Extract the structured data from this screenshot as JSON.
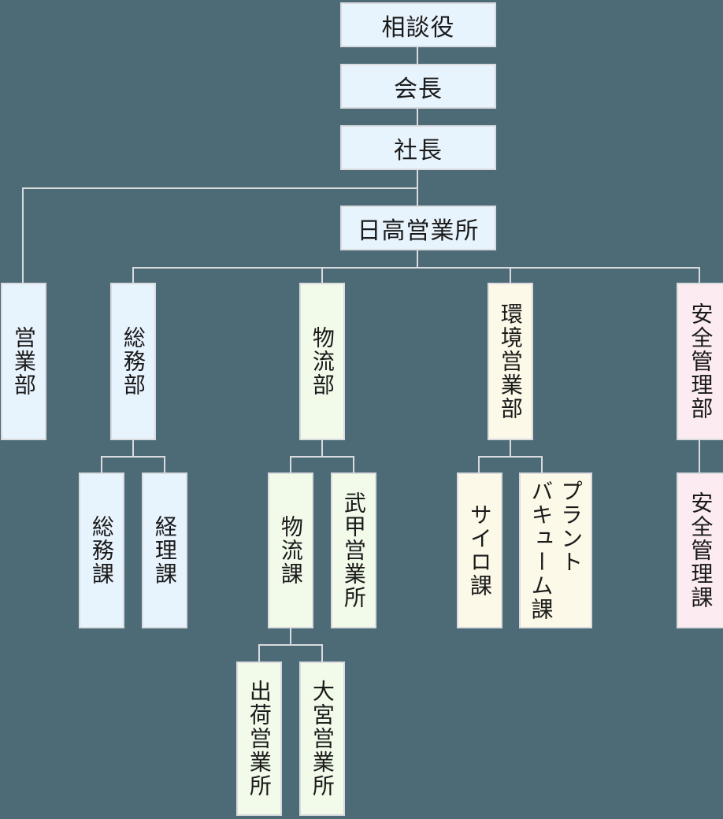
{
  "palette": {
    "background": "#4d6b77",
    "line": "#d9dbde",
    "border": "#d9dbde",
    "text": "#1a1a1a",
    "blue": "#e8f4fd",
    "green": "#f2fbea",
    "cream": "#fdf9e8",
    "pink": "#fcecf2"
  },
  "nodes": {
    "advisor": {
      "label": "相談役",
      "fill": "#e8f4fd"
    },
    "chairman": {
      "label": "会長",
      "fill": "#e8f4fd"
    },
    "president": {
      "label": "社長",
      "fill": "#e8f4fd"
    },
    "hidaka_office": {
      "label": "日高営業所",
      "fill": "#e8f4fd"
    },
    "sales_dept": {
      "label": "営業部",
      "fill": "#e8f4fd"
    },
    "general_affairs_dept": {
      "label": "総務部",
      "fill": "#e8f4fd"
    },
    "logistics_dept": {
      "label": "物流部",
      "fill": "#f2fbea"
    },
    "environment_sales_dept": {
      "label": "環境営業部",
      "fill": "#fdf9e8"
    },
    "safety_mgmt_dept": {
      "label": "安全管理部",
      "fill": "#fcecf2"
    },
    "general_affairs_sec": {
      "label": "総務課",
      "fill": "#e8f4fd"
    },
    "accounting_sec": {
      "label": "経理課",
      "fill": "#e8f4fd"
    },
    "logistics_sec": {
      "label": "物流課",
      "fill": "#f2fbea"
    },
    "buko_office": {
      "label": "武甲営業所",
      "fill": "#f2fbea"
    },
    "silo_sec": {
      "label": "サイロ課",
      "fill": "#fdf9e8"
    },
    "plant_vacuum_sec": {
      "label": "プラント\nバキューム課",
      "fill": "#fdf9e8"
    },
    "safety_mgmt_sec": {
      "label": "安全管理課",
      "fill": "#fcecf2"
    },
    "shukka_office": {
      "label": "出荷営業所",
      "fill": "#f2fbea"
    },
    "omiya_office": {
      "label": "大宮営業所",
      "fill": "#f2fbea"
    }
  }
}
